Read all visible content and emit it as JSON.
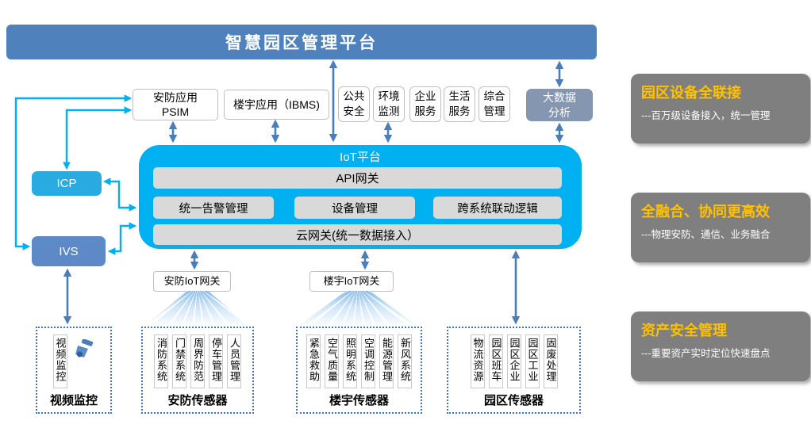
{
  "banner": {
    "title": "智慧园区管理平台"
  },
  "apps": {
    "psim": {
      "line1": "安防应用",
      "line2": "PSIM"
    },
    "ibms": {
      "label": "楼宇应用（IBMS)"
    },
    "small": [
      {
        "line1": "公共",
        "line2": "安全"
      },
      {
        "line1": "环境",
        "line2": "监测"
      },
      {
        "line1": "企业",
        "line2": "服务"
      },
      {
        "line1": "生活",
        "line2": "服务"
      },
      {
        "line1": "综合",
        "line2": "管理"
      }
    ],
    "bigdata": {
      "line1": "大数据",
      "line2": "分析"
    }
  },
  "left_nodes": {
    "icp": "ICP",
    "ivs": "IVS"
  },
  "iot": {
    "title": "IoT平台",
    "api_gateway": "API网关",
    "modules": [
      "统一告警管理",
      "设备管理",
      "跨系统联动逻辑"
    ],
    "cloud_gateway": "云网关(统一数据接入）"
  },
  "gateways": {
    "security": "安防IoT网关",
    "building": "楼宇IoT网关"
  },
  "sensor_groups": [
    {
      "label": "视频监控",
      "items": [
        "视频监控"
      ]
    },
    {
      "label": "安防传感器",
      "items": [
        "消防系统",
        "门禁系统",
        "周界防范",
        "停车管理",
        "人员管理"
      ]
    },
    {
      "label": "楼宇传感器",
      "items": [
        "紧急救助",
        "空气质量",
        "照明系统",
        "空调控制",
        "能源管理",
        "新风系统"
      ]
    },
    {
      "label": "园区传感器",
      "items": [
        "物流资源",
        "园区班车",
        "园区企业",
        "园区工业",
        "固废处理"
      ]
    }
  ],
  "highlights": [
    {
      "title": "园区设备全联接",
      "subtitle": "---百万级设备接入，统一管理"
    },
    {
      "title": "全融合、协同更高效",
      "subtitle": "---物理安防、通信、业务融合"
    },
    {
      "title": "资产安全管理",
      "subtitle": "---重要资产实时定位快速盘点"
    }
  ],
  "icons": {
    "video_camera": "camera-icon"
  },
  "colors": {
    "banner_blue": "#4F81BD",
    "iot_cyan": "#00B0F0",
    "icp_cyan": "#29ABE2",
    "ivs_blue": "#5D8AC6",
    "bigdata_gray_blue": "#8496B0",
    "module_gray": "#D9D9D9",
    "highlight_gray": "#7F7F7F",
    "highlight_orange": "#FFC000",
    "arrow_steel_blue": "#4A7EBB",
    "arrow_cyan": "#00B0F0",
    "dashed_border_blue": "#4472C4"
  }
}
